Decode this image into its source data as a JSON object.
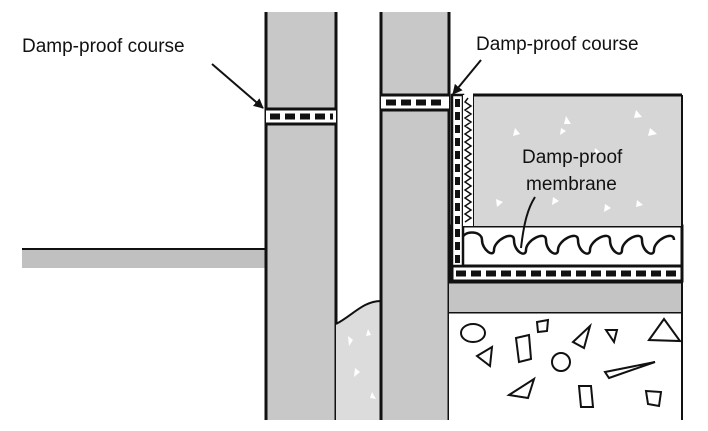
{
  "labels": {
    "dpc_left": "Damp-proof course",
    "dpc_right": "Damp-proof course",
    "dpm_line1": "Damp-proof",
    "dpm_line2": "membrane"
  },
  "colors": {
    "wall": "#c8c8c8",
    "concrete": "#d6d6d6",
    "screed": "#c4c4c4",
    "ground": "#c0c0c0",
    "cavity_fill": "#dcdcdc",
    "outline": "#111111"
  }
}
